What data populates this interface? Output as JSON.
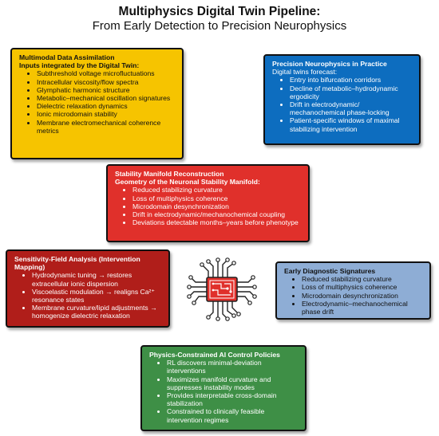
{
  "header": {
    "title": "Multiphysics Digital Twin Pipeline:",
    "subtitle": "From Early Detection to Precision Neurophysics"
  },
  "boxes": {
    "data_assimilation": {
      "title": "Multimodal Data Assimilation",
      "intro": "Inputs integrated by the Digital Twin:",
      "items": [
        "Subthreshold voltage microfluctuations",
        "Intracellular viscosity/flow spectra",
        "Glymphatic harmonic structure",
        "Metabolic–mechanical oscillation signatures",
        "Dielectric relaxation dynamics",
        "Ionic microdomain stability",
        "Membrane electromechanical coherence metrics"
      ],
      "color": "#f6c400"
    },
    "precision_neurophysics": {
      "title": "Precision Neurophysics in Practice",
      "intro": "Digital twins forecast:",
      "items": [
        "Entry into bifurcation corridors",
        "Decline of metabolic–hydrodynamic ergodicity",
        "Drift in electrodynamic/ mechanochemical phase-locking",
        "Patient-specific windows of maximal stabilizing intervention"
      ],
      "color": "#0d6dbf"
    },
    "stability_manifold": {
      "title": "Stability Manifold Reconstruction",
      "intro": "Geometry of the Neuronal Stability Manifold:",
      "items": [
        "Reduced stabilizing curvature",
        "Loss of multiphysics coherence",
        "Microdomain desynchronization",
        "Drift in electrodynamic/mechanochemical coupling",
        "Deviations detectable months–years before phenotype"
      ],
      "color": "#e0302b"
    },
    "sensitivity_field": {
      "title": "Sensitivity-Field Analysis (Intervention Mapping)",
      "items": [
        "Hydrodynamic tuning → restores extracellular ionic dispersion",
        "Viscoelastic modulation → realigns Ca²⁺ resonance states",
        "Membrane curvature/lipid adjustments → homogenize dielectric relaxation"
      ],
      "color": "#b01e1a"
    },
    "early_diagnostic": {
      "title": "Early Diagnostic Signatures",
      "items": [
        "Reduced stabilizing curvature",
        "Loss of multiphysics coherence",
        "Microdomain desynchronization",
        "Electrodynamic–mechanochemical phase drift"
      ],
      "color": "#8eadd5"
    },
    "ai_control": {
      "title": "Physics-Constrained AI Control Policies",
      "items": [
        "RL discovers minimal-deviation interventions",
        "Maximizes manifold curvature and suppresses instability modes",
        "Provides interpretable cross-domain stabilization",
        "Constrained to clinically feasible intervention regimes"
      ],
      "color": "#3e8f46"
    }
  },
  "center_icon": {
    "icon": "circuit-chip-icon",
    "color": "#e0302b"
  }
}
